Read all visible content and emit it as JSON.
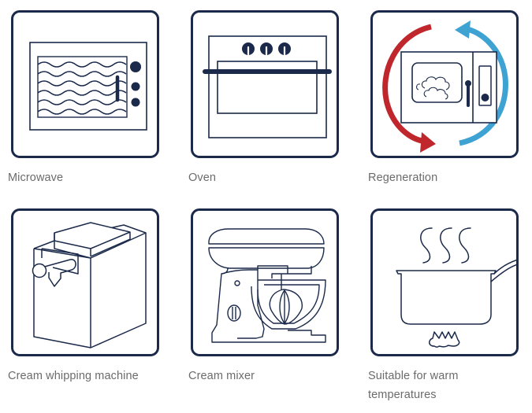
{
  "items": [
    {
      "label": "Microwave",
      "icon": "microwave-icon"
    },
    {
      "label": "Oven",
      "icon": "oven-icon"
    },
    {
      "label": "Regeneration",
      "icon": "regeneration-icon"
    },
    {
      "label": "Cream whipping machine",
      "icon": "cream-whipping-machine-icon"
    },
    {
      "label": "Cream mixer",
      "icon": "cream-mixer-icon"
    },
    {
      "label": "Suitable for warm temperatures",
      "icon": "warm-temperature-pan-icon"
    }
  ],
  "colors": {
    "outline": "#1b2a4a",
    "label_text": "#6b6b6b",
    "arrow_red": "#c0272d",
    "arrow_blue": "#3ea3d3"
  }
}
